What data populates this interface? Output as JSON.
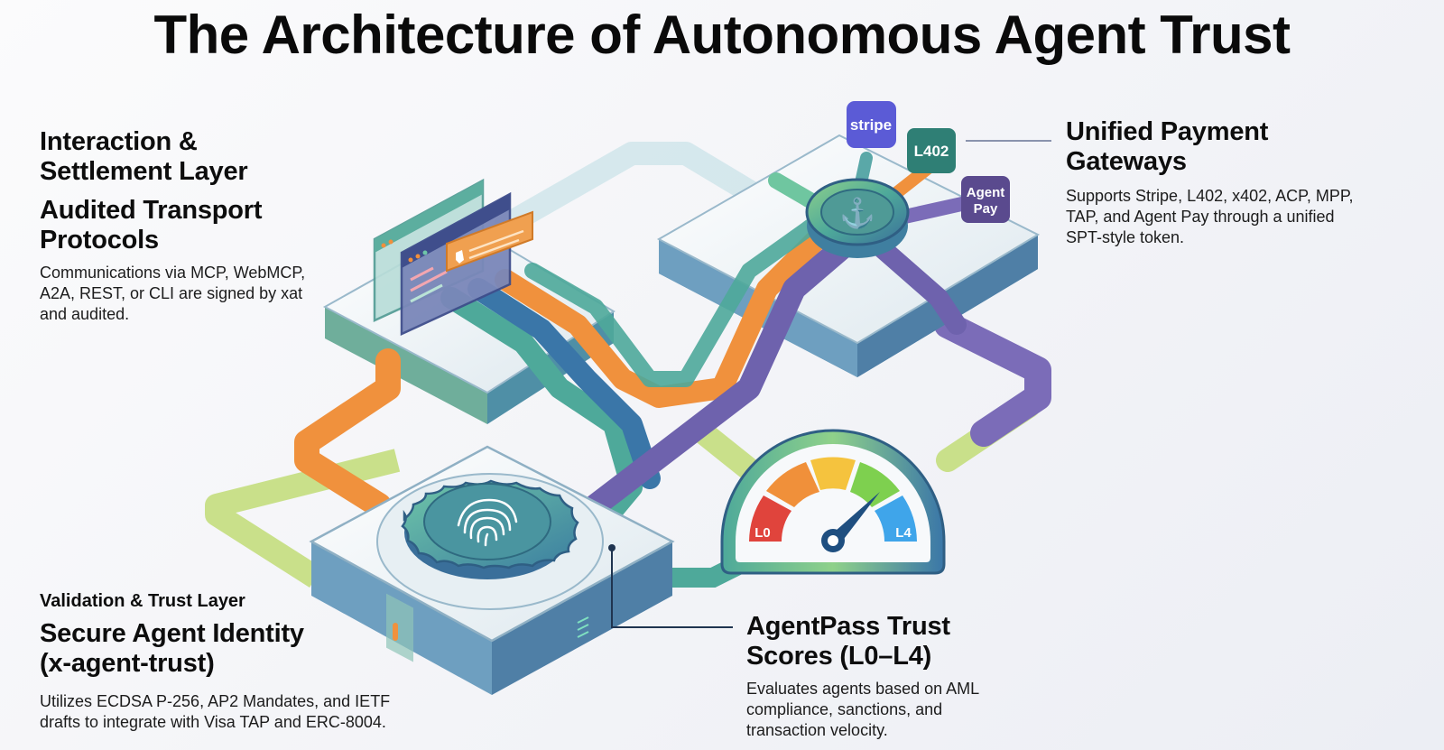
{
  "title": "The Architecture of Autonomous Agent Trust",
  "interaction_layer": {
    "layer_label_line1": "Interaction &",
    "layer_label_line2": "Settlement Layer",
    "heading_line1": "Audited Transport",
    "heading_line2": "Protocols",
    "desc_line1": "Communications via MCP, WebMCP,",
    "desc_line2": "A2A, REST, or CLI are signed by xat",
    "desc_line3": "and audited."
  },
  "payment_gateways": {
    "heading_line1": "Unified Payment",
    "heading_line2": "Gateways",
    "desc_line1": "Supports Stripe, L402, x402, ACP, MPP,",
    "desc_line2": "TAP, and Agent Pay through a unified",
    "desc_line3": "SPT-style token.",
    "badges": [
      {
        "label": "stripe",
        "color": "#5b5bd6"
      },
      {
        "label": "L402",
        "color": "#2f7f75"
      },
      {
        "label_line1": "Agent",
        "label_line2": "Pay",
        "color": "#5a4a8e"
      }
    ]
  },
  "validation_layer": {
    "layer_label": "Validation & Trust Layer",
    "heading_line1": "Secure Agent Identity",
    "heading_line2": "(x-agent-trust)",
    "desc_line1": "Utilizes ECDSA P-256, AP2 Mandates, and IETF",
    "desc_line2": "drafts to integrate with Visa TAP and ERC-8004."
  },
  "trust_scores": {
    "heading_line1": "AgentPass Trust",
    "heading_line2": "Scores (L0–L4)",
    "desc_line1": "Evaluates agents based on AML",
    "desc_line2": "compliance, sanctions, and",
    "desc_line3": "transaction velocity.",
    "gauge_min_label": "L0",
    "gauge_max_label": "L4",
    "gauge_colors": [
      "#e0443c",
      "#f0903a",
      "#f5c33e",
      "#7ed04f",
      "#3fa5ea"
    ]
  },
  "colors": {
    "orange": "#f28f3b",
    "teal": "#4ea99a",
    "blue": "#3a76a8",
    "purple": "#6e62ad",
    "lime": "#b9d86a",
    "platform_top": "#eef4f6",
    "platform_side": "#5d93b3"
  }
}
